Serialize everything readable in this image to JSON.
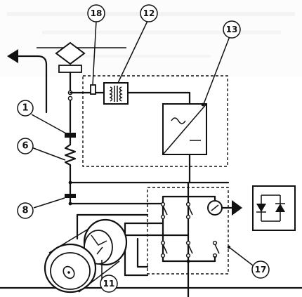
{
  "callouts": {
    "c1": "1",
    "c6": "6",
    "c8": "8",
    "c11": "11",
    "c12": "12",
    "c13": "13",
    "c17": "17",
    "c18": "18"
  }
}
